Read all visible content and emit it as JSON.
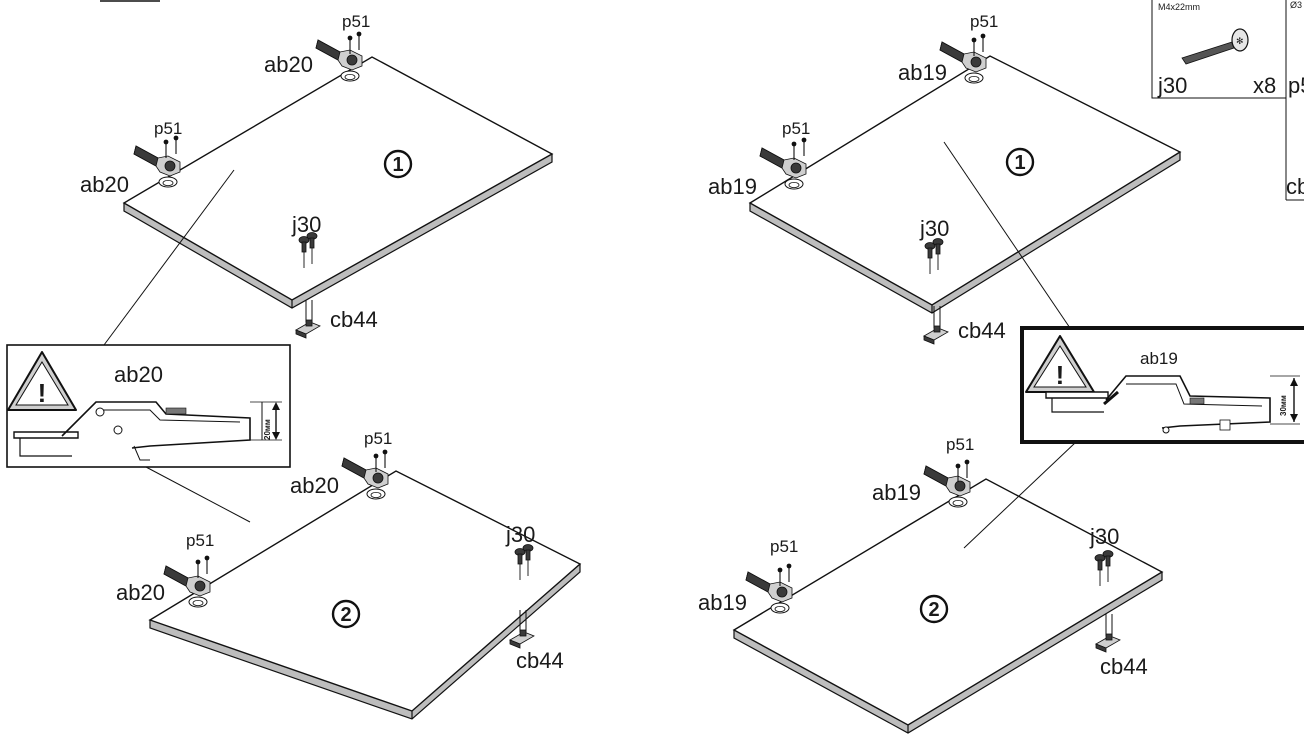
{
  "hardware_card": {
    "size_text": "M4x22mm",
    "code": "j30",
    "qty": "x8",
    "cut_top": "Ø3",
    "cut_mid": "p5",
    "cut_bottom": "cb"
  },
  "left": {
    "panel1": {
      "badge": "1",
      "hinge_a": "ab20",
      "hinge_b": "ab20",
      "screw_a": "p51",
      "screw_b": "p51",
      "fastener": "j30",
      "clip": "cb44"
    },
    "panel2": {
      "badge": "2",
      "hinge_a": "ab20",
      "hinge_b": "ab20",
      "screw_a": "p51",
      "screw_b": "p51",
      "fastener": "j30",
      "clip": "cb44"
    },
    "callout": {
      "title": "ab20",
      "warning": "!",
      "dimension": "20мм"
    }
  },
  "right": {
    "panel1": {
      "badge": "1",
      "hinge_a": "ab19",
      "hinge_b": "ab19",
      "screw_a": "p51",
      "screw_b": "p51",
      "fastener": "j30",
      "clip": "cb44"
    },
    "panel2": {
      "badge": "2",
      "hinge_a": "ab19",
      "hinge_b": "ab19",
      "screw_a": "p51",
      "screw_b": "p51",
      "fastener": "j30",
      "clip": "cb44"
    },
    "callout": {
      "title": "ab19",
      "warning": "!",
      "dimension": "30мм"
    }
  }
}
